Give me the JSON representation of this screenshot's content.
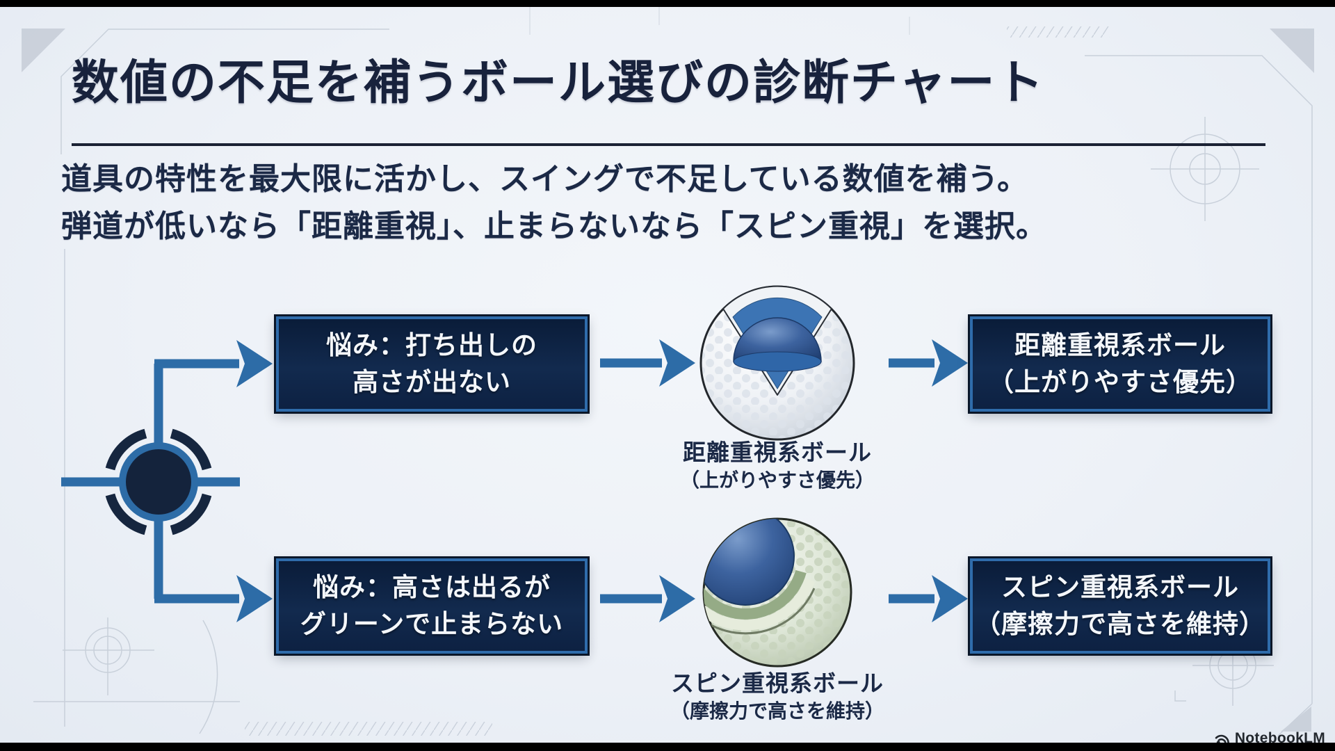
{
  "header": {
    "title": "数値の不足を補うボール選びの診断チャート",
    "subtitle_line1": "道具の特性を最大限に活かし、スイングで不足している数値を補う。",
    "subtitle_line2": "弾道が低いなら「距離重視」、止まらないなら「スピン重視」を選択。"
  },
  "flowchart": {
    "branches": [
      {
        "problem_line1": "悩み：打ち出しの",
        "problem_line2": "高さが出ない",
        "ball_type": "distance",
        "ball_caption_line1": "距離重視系ボール",
        "ball_caption_line2": "（上がりやすさ優先）",
        "result_line1": "距離重視系ボール",
        "result_line2": "（上がりやすさ優先）"
      },
      {
        "problem_line1": "悩み：高さは出るが",
        "problem_line2": "グリーンで止まらない",
        "ball_type": "spin",
        "ball_caption_line1": "スピン重視系ボール",
        "ball_caption_line2": "（摩擦力で高さを維持）",
        "result_line1": "スピン重視系ボール",
        "result_line2": "（摩擦力で高さを維持）"
      }
    ]
  },
  "branding": {
    "logo_text": "NotebookLM"
  },
  "colors": {
    "background": "#edf1f7",
    "navy_text": "#18223c",
    "box_fill": "#0d2142",
    "box_border": "#2f6cab",
    "arrow_blue": "#2d6ca7",
    "blueprint_line": "#c3cbd6",
    "ball_core_blue": "#2b4f85",
    "spin_mantle_green": "#97ad88"
  }
}
